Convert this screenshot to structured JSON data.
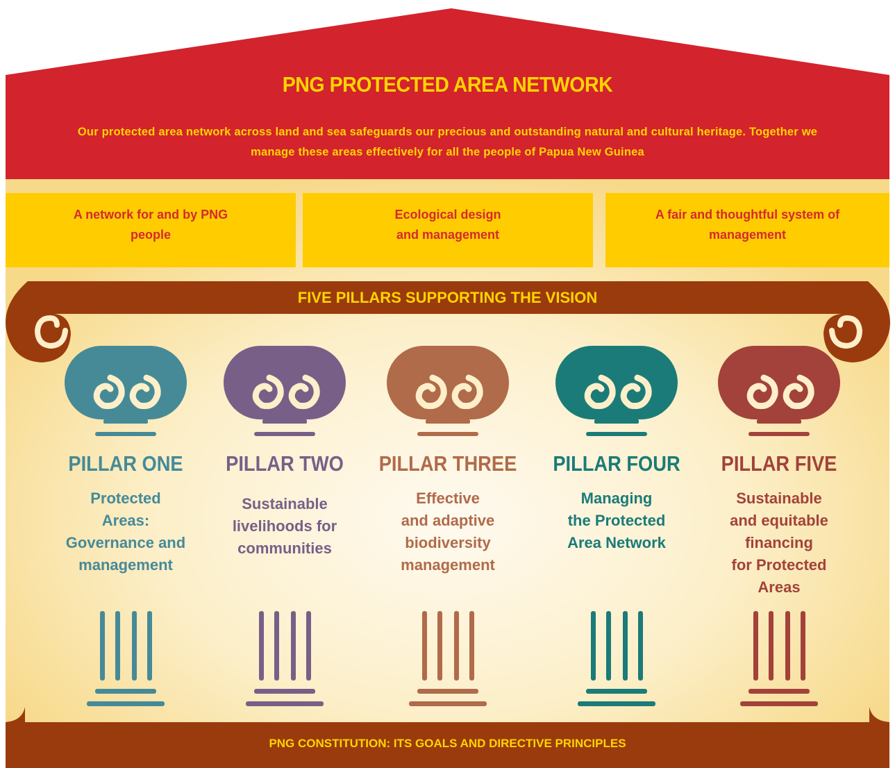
{
  "roof": {
    "title": "PNG PROTECTED AREA NETWORK",
    "vision_line1": "Our protected area network across land and sea safeguards our precious and outstanding natural and cultural heritage. Together we",
    "vision_line2": "manage these areas effectively for all the people of Papua New Guinea"
  },
  "values": [
    {
      "line1": "A network for and by PNG",
      "line2": "people"
    },
    {
      "line1": "Ecological design",
      "line2": "and management"
    },
    {
      "line1": "A fair and thoughtful system of",
      "line2": "management"
    }
  ],
  "band_title": "FIVE PILLARS SUPPORTING THE VISION",
  "pillars": [
    {
      "name": "PILLAR ONE",
      "lines": [
        "Protected",
        "Areas:",
        "Governance and",
        "management"
      ],
      "color": "#468a98"
    },
    {
      "name": "PILLAR TWO",
      "lines": [
        "Sustainable",
        "livelihoods for",
        "communities"
      ],
      "color": "#785f88"
    },
    {
      "name": "PILLAR THREE",
      "lines": [
        "Effective",
        "and adaptive",
        "biodiversity",
        "management"
      ],
      "color": "#b06b4a"
    },
    {
      "name": "PILLAR FOUR",
      "lines": [
        "Managing",
        "the Protected",
        "Area Network"
      ],
      "color": "#1b7b78"
    },
    {
      "name": "PILLAR FIVE",
      "lines": [
        "Sustainable",
        "and equitable",
        "financing",
        "for Protected",
        "Areas"
      ],
      "color": "#a2423a"
    }
  ],
  "foundation": "PNG CONSTITUTION: ITS GOALS AND DIRECTIVE PRINCIPLES",
  "colors": {
    "roof_red": "#d3232c",
    "yellow": "#ffcc00",
    "band_brown": "#9a3b0e",
    "background_cream": "#fdecc0"
  }
}
